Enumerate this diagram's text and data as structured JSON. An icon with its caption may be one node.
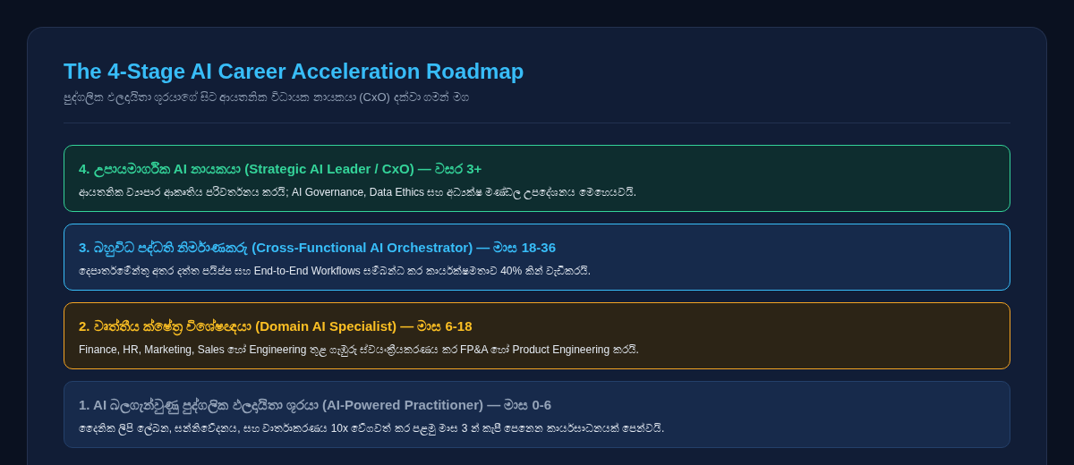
{
  "diagram": {
    "title": "The 4-Stage AI Career Acceleration Roadmap",
    "nodes": [
      {
        "text": [
          "4. උපායමාර්ගික AI නායකයා (Strategic AI Leader / CxO) — වසර 3+",
          "ආයතනික ව්‍යාපාර ආකෘතිය පරිවර්තනය කරයි; AI Governance, Data Ethics සහ අධ්‍යක්ෂ මණ්ඩල උපදේශනය මෙහෙයවයි."
        ]
      },
      {
        "text": [
          "3. බහුවිධ පද්ධති නිර්මාණකරු (Cross-Functional AI Orchestrator) — මාස 18-36",
          "දෙපාර්තමේන්තු අතර දත්ත පයිප්ප සහ End-to-End Workflows සම්බන්ධ කර කාර්යක්ෂමතාව 40% කින් වැඩිකරයි."
        ]
      },
      {
        "text": [
          "2. වෘත්තීය ක්ෂේත්‍ර විශේෂඥයා (Domain AI Specialist) — මාස 6-18",
          "Finance, HR, Marketing, Sales හෝ Engineering තුළ ගැඹුරු ස්වයංක්‍රීයකරණය කර FP&A හෝ Product Engineering කරයි."
        ]
      },
      {
        "text": [
          "1. AI බලගැන්වුණු පුද්ගලික ඵලදායිතා ශූරයා (AI-Powered Practitioner) — මාස 0-6",
          "දෛනික ලිපි ලේඛන, සන්නිවේදනය, සහ වාර්තාකරණය 10x වේගවත් කර පළමු මාස 3 න් කැපී පෙනෙන කාර්යසාධනයක් පෙන්වයි."
        ]
      }
    ],
    "labels": [
      "පුද්ගලික ඵලදායිතා ශූරයාගේ සිට ආයතනික විධායක නායකයා (CxO) දක්වා ගමන් මග"
    ]
  }
}
